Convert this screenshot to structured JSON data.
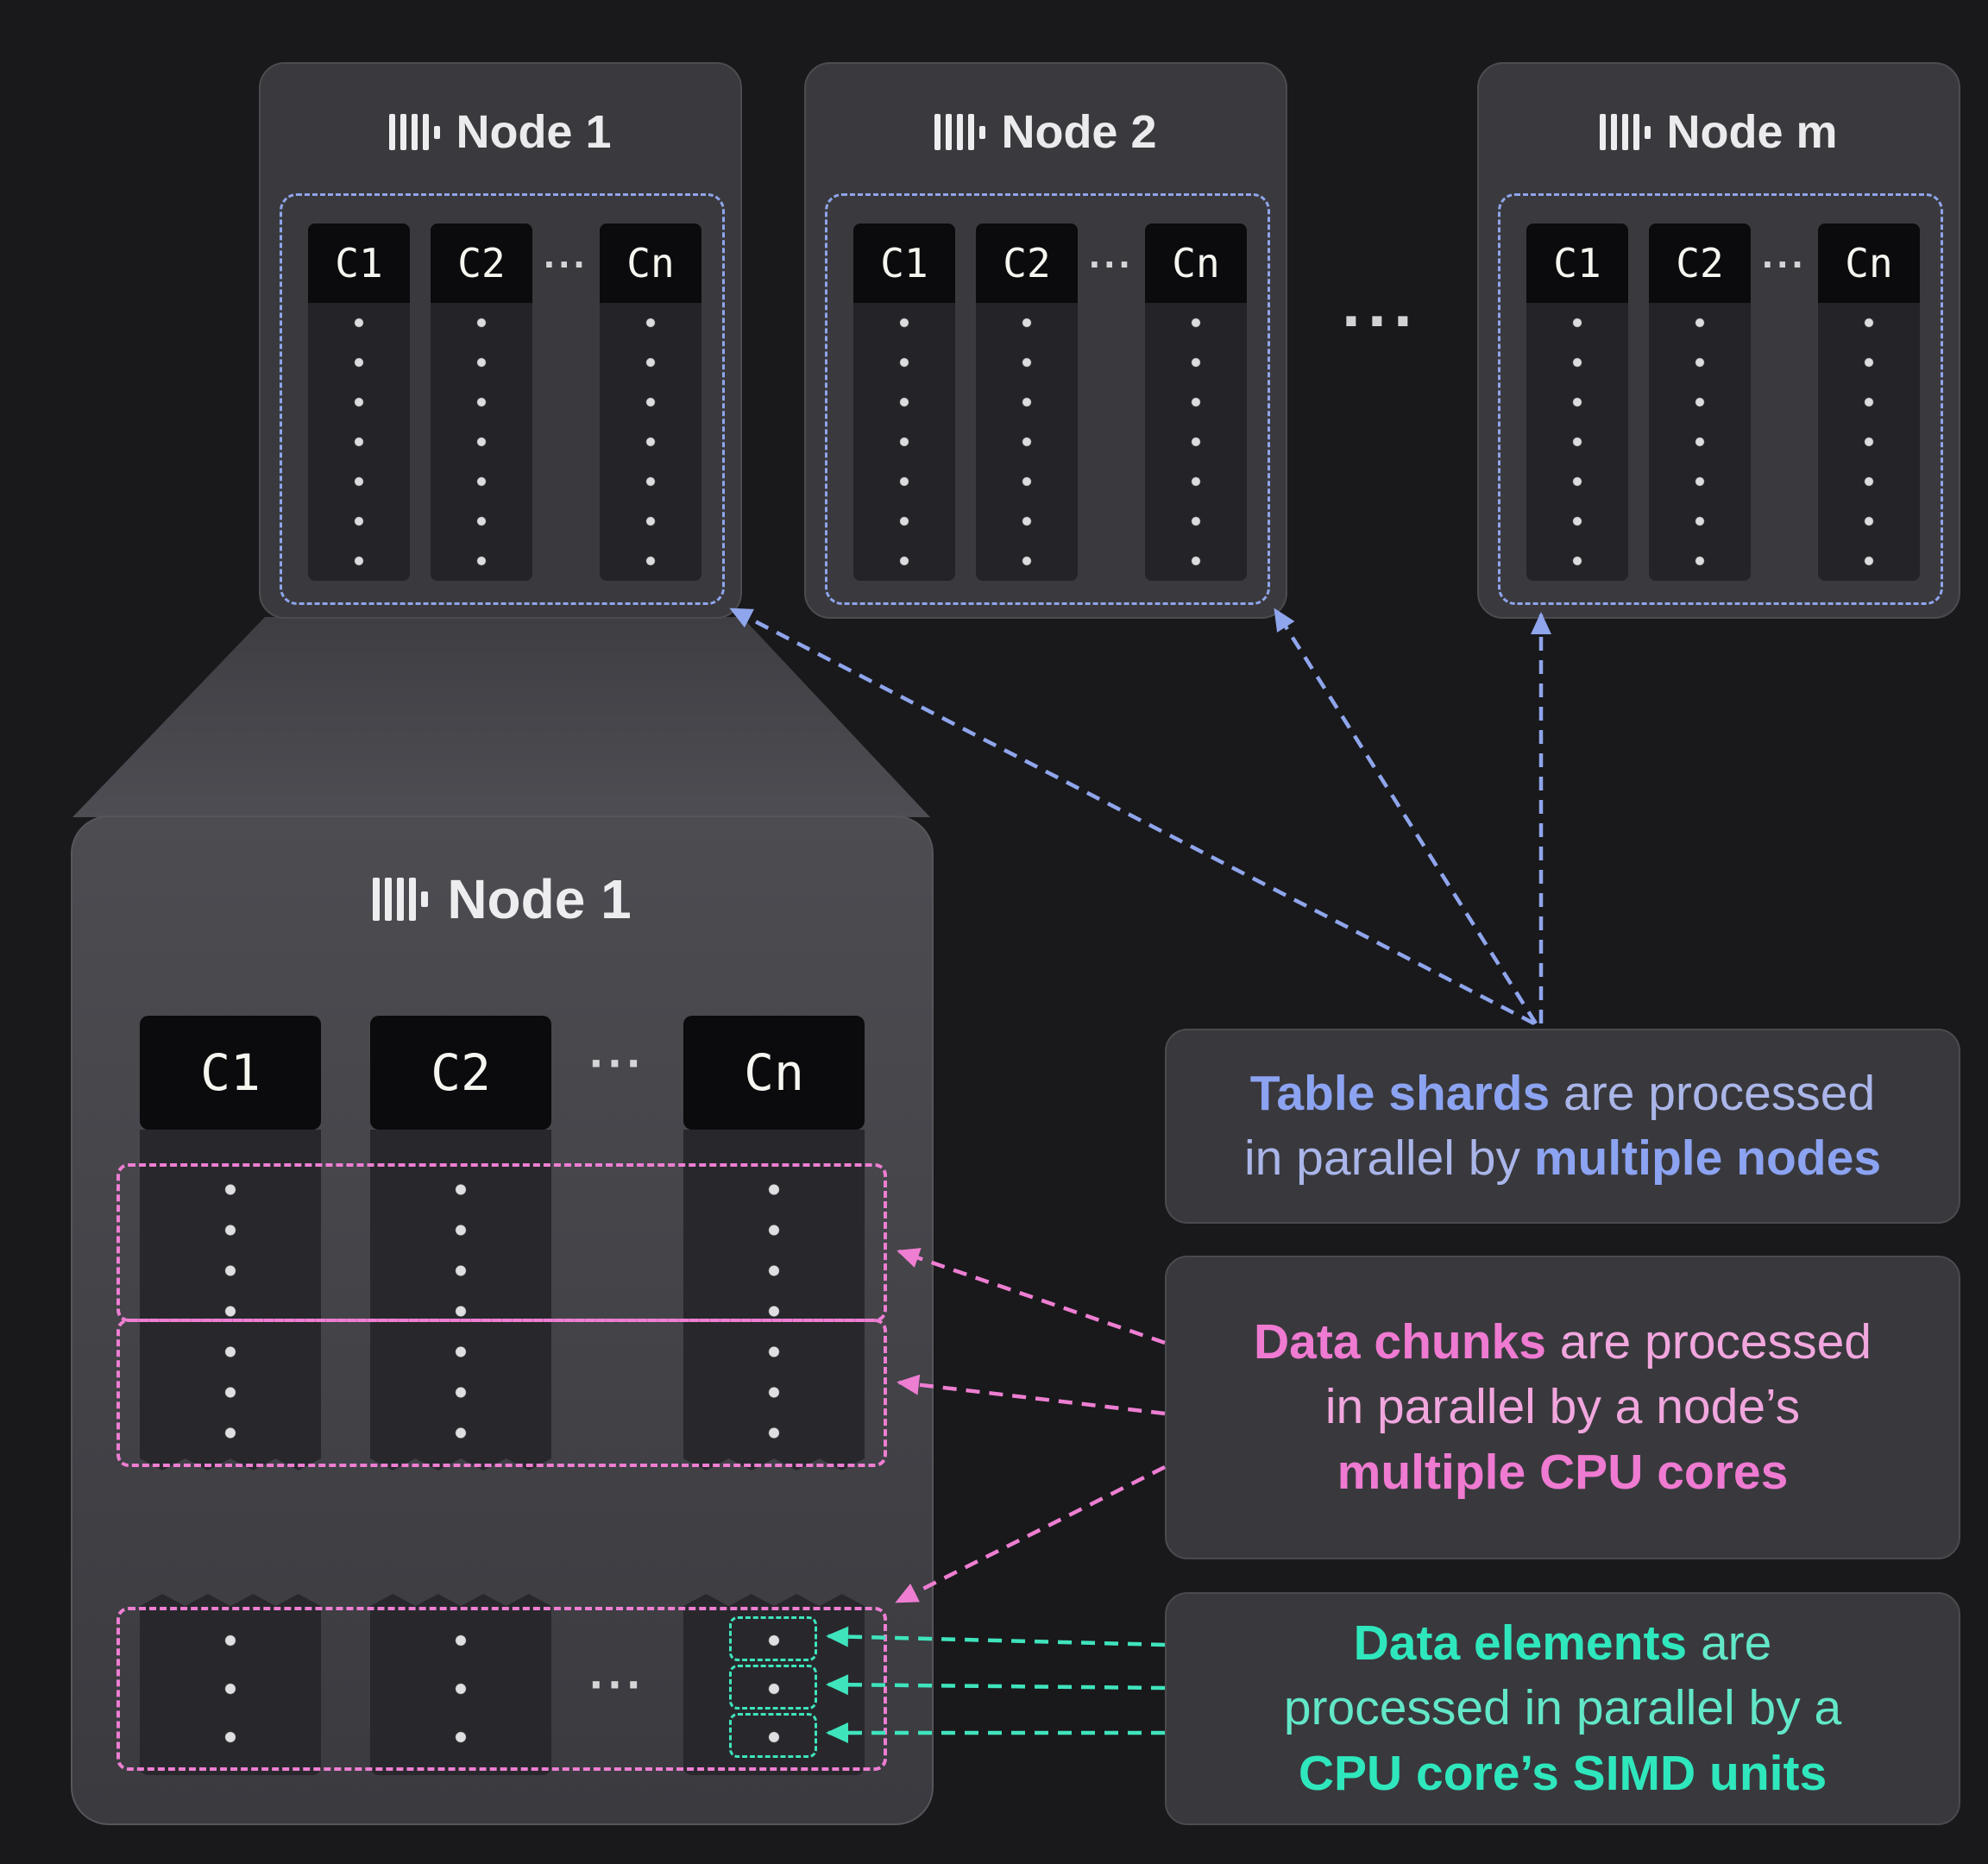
{
  "colors": {
    "blue": "#8fa5ec",
    "pink": "#ee7ed2",
    "teal": "#3fe4bd"
  },
  "top_nodes": [
    {
      "title": "Node 1",
      "columns": [
        "C1",
        "C2",
        "Cn"
      ],
      "ellipsis": "···"
    },
    {
      "title": "Node 2",
      "columns": [
        "C1",
        "C2",
        "Cn"
      ],
      "ellipsis": "···"
    },
    {
      "title": "Node m",
      "columns": [
        "C1",
        "C2",
        "Cn"
      ],
      "ellipsis": "···"
    }
  ],
  "row_ellipsis": "···",
  "zoom_node": {
    "title": "Node 1",
    "columns": [
      "C1",
      "C2",
      "Cn"
    ],
    "header_ellipsis": "···",
    "body_ellipsis": "···"
  },
  "annotations": {
    "shards": {
      "b1": "Table shards",
      "t1": " are processed",
      "t2": "in parallel by ",
      "b2": "multiple nodes"
    },
    "chunks": {
      "b1": "Data chunks",
      "t1": " are processed",
      "t2": "in parallel by a node’s",
      "b2": "multiple CPU cores"
    },
    "elements": {
      "b1": "Data elements",
      "t1": " are",
      "t2": "processed in parallel by a",
      "b2": "CPU core’s SIMD units"
    }
  }
}
